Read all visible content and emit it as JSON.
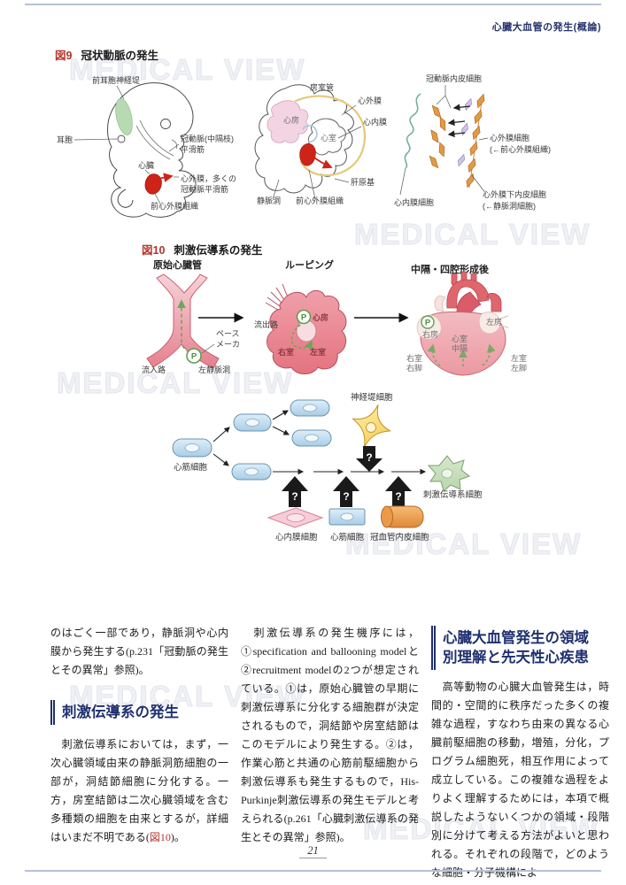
{
  "page": {
    "header_title": "心臓大血管の発生(概論)",
    "page_number": "21",
    "watermark": "MEDICAL VIEW"
  },
  "fig9": {
    "tag": "図9",
    "title": "冠状動脈の発生",
    "embryo": {
      "preotic_crest": "前耳胞神経堤",
      "otic": "耳胞",
      "coronary1": "冠動脈(中隔枝)",
      "coronary2": "平滑筋",
      "heart": "心臓",
      "epi1": "心外膜，多くの",
      "epi2": "冠動脈平滑筋",
      "proepi": "前心外膜組織"
    },
    "tube": {
      "av_canal": "房室管",
      "epicardium": "心外膜",
      "endocardium": "心内膜",
      "atrium": "心房",
      "ventricle": "心室",
      "liver": "肝原基",
      "sinus": "静脈洞",
      "proepi": "前心外膜組織"
    },
    "cells": {
      "coronary_endo": "冠動脈内皮細胞",
      "epi_cells1": "心外膜細胞",
      "epi_cells2": "(←前心外膜組織)",
      "subepi1": "心外膜下内皮細胞",
      "subepi2": "(←静脈洞細胞)",
      "endo_cells": "心内膜細胞"
    }
  },
  "fig10": {
    "tag": "図10",
    "title": "刺激伝導系の発生",
    "stage1_title": "原始心臓管",
    "stage2_title": "ルーピング",
    "stage3_title": "中隔・四腔形成後",
    "p": "P",
    "s1": {
      "pace1": "ペース",
      "pace2": "メーカ",
      "inflow": "流入路",
      "lsinus": "左静脈洞"
    },
    "s2": {
      "outflow": "流出路",
      "atrium": "心房",
      "rv": "右室",
      "lv": "左室"
    },
    "s3": {
      "ra": "右房",
      "la": "左房",
      "sep1": "心室",
      "sep2": "中隔",
      "rv1": "右室",
      "rv2": "右脚",
      "lv1": "左室",
      "lv2": "左脚"
    }
  },
  "lineage": {
    "myocyte": "心筋細胞",
    "neural_crest": "神経堤細胞",
    "conduction": "刺激伝導系細胞",
    "endocardial": "心内膜細胞",
    "myocyte2": "心筋細胞",
    "coronary": "冠血管内皮細胞",
    "q": "?"
  },
  "text": {
    "col1_p1": "のはごく一部であり，静脈洞や心内膜から発生する(p.231「冠動脈の発生とその異常」参照)。",
    "col1_heading": "刺激伝導系の発生",
    "col1_p2a": "　刺激伝導系においては，まず，一次心臓領域由来の静脈洞筋細胞の一部が，洞結節細胞に分化する。一方，房室結節は二次心臓領域を含む多種類の細胞を由来とするが，詳細はいまだ不明である(",
    "col1_figref": "図10",
    "col1_p2b": ")。",
    "col2_p1": "　刺激伝導系の発生機序には，①specification and ballooning modelと②recruitment modelの2つが想定されている。①は，原始心臓管の早期に刺激伝導系に分化する細胞群が決定されるもので，洞結節や房室結節はこのモデルにより発生する。②は，作業心筋と共通の心筋前駆細胞から刺激伝導系も発生するもので，His-Purkinje刺激伝導系の発生モデルと考えられる(p.261「心臓刺激伝導系の発生とその異常」参照)。",
    "col3_heading1": "心臓大血管発生の領域",
    "col3_heading2": "別理解と先天性心疾患",
    "col3_p1": "　高等動物の心臓大血管発生は，時間的・空間的に秩序だった多くの複雑な過程，すなわち由来の異なる心臓前駆細胞の移動，増殖，分化，プログラム細胞死，相互作用によって成立している。この複雑な過程をよりよく理解するためには，本項で概説したようないくつかの領域・段階別に分けて考える方法がよいと思われる。それぞれの段階で，どのような細胞・分子機構によ"
  },
  "colors": {
    "accent_navy": "#1f3070",
    "fig_tag_red": "#b5352c",
    "rule_blue": "#b6c2d8"
  }
}
